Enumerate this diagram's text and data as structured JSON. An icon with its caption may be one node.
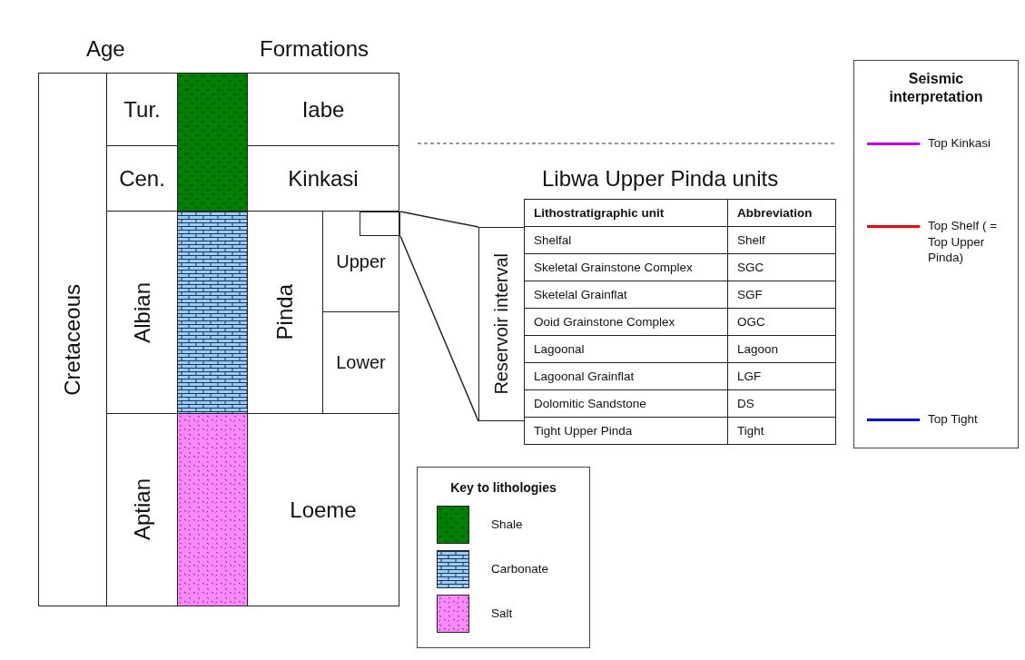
{
  "diagram": {
    "nodes": [
      {
        "text": [
          "Cretaceous"
        ]
      },
      {
        "text": [
          "Tur."
        ]
      },
      {
        "text": [],
        "shape": "bar"
      },
      {
        "text": [
          "Iabe"
        ]
      },
      {
        "text": [
          "Cen."
        ]
      },
      {
        "text": [
          "Kinkasi"
        ]
      },
      {
        "text": [
          "Albian"
        ]
      },
      {
        "text": [],
        "shape": "bar"
      },
      {
        "text": [
          "Pinda"
        ]
      },
      {
        "text": [
          "Upper"
        ]
      },
      {
        "text": [],
        "shape": "box",
        "in": 9
      },
      {
        "text": [
          "Lower"
        ]
      },
      {
        "text": [
          "Aptian"
        ]
      },
      {
        "text": [],
        "shape": "bar"
      },
      {
        "text": [
          "Loeme"
        ]
      },
      {
        "text": [
          "Seismic interpretation"
        ]
      },
      {
        "text": [
          "Reservoir interval"
        ]
      },
      {
        "text": [
          "Key to lithologies"
        ]
      }
    ],
    "edges": [
      {
        "from": 10,
        "to": 16,
        "arrow": "none"
      },
      {
        "from": 10,
        "to": 16,
        "arrow": "none"
      }
    ],
    "labels": [
      "Age",
      "Formations",
      "Libwa Upper Pinda units",
      "Lithostratigraphic unit",
      "Abbreviation",
      "Shelfal",
      "Shelf",
      "Skeletal Grainstone Complex",
      "SGC",
      "Sketelal Grainflat",
      "SGF",
      "Ooid Grainstone Complex",
      "OGC",
      "Lagoonal",
      "Lagoon",
      "Lagoonal Grainflat",
      "LGF",
      "Dolomitic Sandstone",
      "DS",
      "Tight Upper Pinda",
      "Tight"
    ],
    "legend": [
      {
        "text": "Top Kinkasi"
      },
      {
        "text": "Top Shelf ( = Top Upper Pinda)"
      },
      {
        "text": "Top Tight"
      },
      {
        "text": "Shale",
        "color": "#008000"
      },
      {
        "text": "Carbonate",
        "color": "#99ccff"
      },
      {
        "text": "Salt",
        "color": "#ff88ff"
      }
    ]
  }
}
